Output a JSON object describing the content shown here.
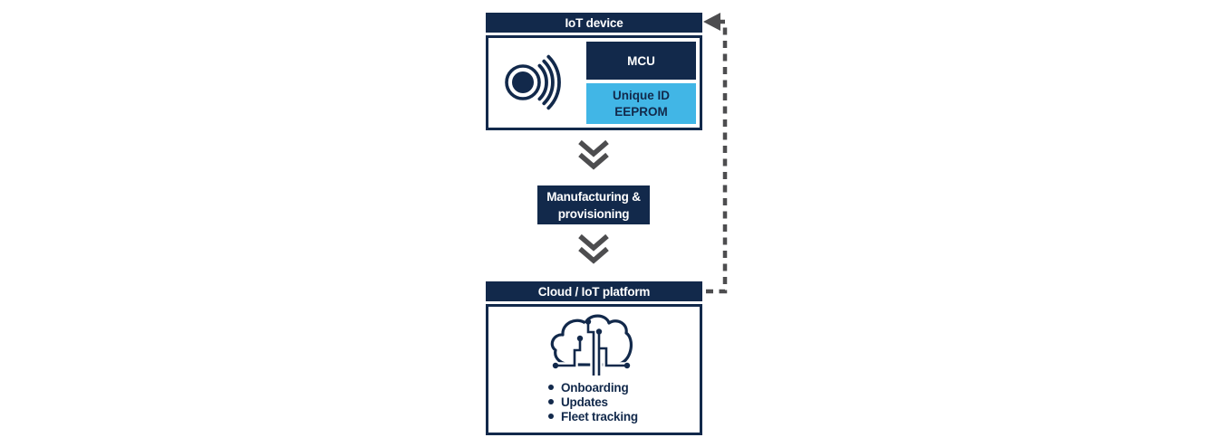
{
  "colors": {
    "navy": "#12294b",
    "light_blue": "#41b6e6",
    "gray": "#4d4d4f",
    "background": "#ffffff"
  },
  "icons": {
    "device": "contactless-signal-icon",
    "flow": "double-chevron-down-icon",
    "cloud": "cloud-circuit-icon",
    "connector": "dashed-feedback-arrow-icon",
    "bullet": "bullet-dot-icon"
  },
  "iot_device": {
    "title": "IoT device",
    "mcu_label": "MCU",
    "eeprom_line1": "Unique ID",
    "eeprom_line2": "EEPROM"
  },
  "process": {
    "line1": "Manufacturing &",
    "line2": "provisioning"
  },
  "cloud_platform": {
    "title": "Cloud / IoT platform",
    "bullets": [
      "Onboarding",
      "Updates",
      "Fleet tracking"
    ]
  }
}
